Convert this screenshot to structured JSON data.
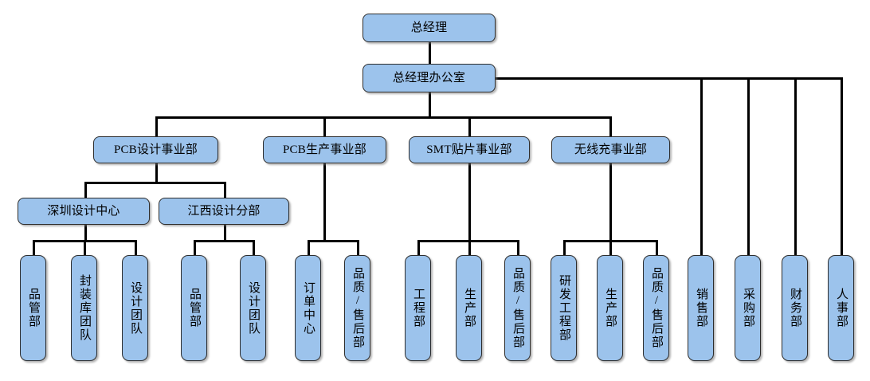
{
  "chart_title": "",
  "style": {
    "node_fill": "#9CC3EC",
    "node_border": "#2d2d2d",
    "line_color": "#000000",
    "background": "#ffffff"
  },
  "nodes": {
    "gm": {
      "label": "总经理"
    },
    "gm_office": {
      "label": "总经理办公室"
    },
    "div_pcb_design": {
      "label": "PCB设计事业部"
    },
    "div_pcb_prod": {
      "label": "PCB生产事业部"
    },
    "div_smt": {
      "label": "SMT贴片事业部"
    },
    "div_wireless": {
      "label": "无线充事业部"
    },
    "sz_design_center": {
      "label": "深圳设计中心"
    },
    "jx_design_branch": {
      "label": "江西设计分部"
    },
    "sz_quality": {
      "label": "品管部"
    },
    "sz_package_lib": {
      "label": "封装库团队"
    },
    "sz_design_team": {
      "label": "设计团队"
    },
    "jx_quality": {
      "label": "品管部"
    },
    "jx_design_team": {
      "label": "设计团队"
    },
    "pcb_order_center": {
      "label": "订单中心"
    },
    "pcb_quality_service": {
      "label": "品质/售后部"
    },
    "smt_engineering": {
      "label": "工程部"
    },
    "smt_production": {
      "label": "生产部"
    },
    "smt_quality_service": {
      "label": "品质/售后部"
    },
    "wl_rd_engineering": {
      "label": "研发工程部"
    },
    "wl_production": {
      "label": "生产部"
    },
    "wl_quality_service": {
      "label": "品质/售后部"
    },
    "sales": {
      "label": "销售部"
    },
    "purchasing": {
      "label": "采购部"
    },
    "finance": {
      "label": "财务部"
    },
    "hr": {
      "label": "人事部"
    }
  },
  "hierarchy": {
    "root": "总经理",
    "level2": [
      "总经理办公室"
    ],
    "level3_divisions": [
      "PCB设计事业部",
      "PCB生产事业部",
      "SMT贴片事业部",
      "无线充事业部"
    ],
    "level3_direct_departments": [
      "销售部",
      "采购部",
      "财务部",
      "人事部"
    ],
    "level4_sub_centers": [
      "深圳设计中心",
      "江西设计分部"
    ],
    "leaf_groups": [
      {
        "parent": "深圳设计中心",
        "children": [
          "品管部",
          "封装库团队",
          "设计团队"
        ]
      },
      {
        "parent": "江西设计分部",
        "children": [
          "品管部",
          "设计团队"
        ]
      },
      {
        "parent": "PCB生产事业部",
        "children": [
          "订单中心",
          "品质/售后部"
        ]
      },
      {
        "parent": "SMT贴片事业部",
        "children": [
          "工程部",
          "生产部",
          "品质/售后部"
        ]
      },
      {
        "parent": "无线充事业部",
        "children": [
          "研发工程部",
          "生产部",
          "品质/售后部"
        ]
      }
    ]
  }
}
